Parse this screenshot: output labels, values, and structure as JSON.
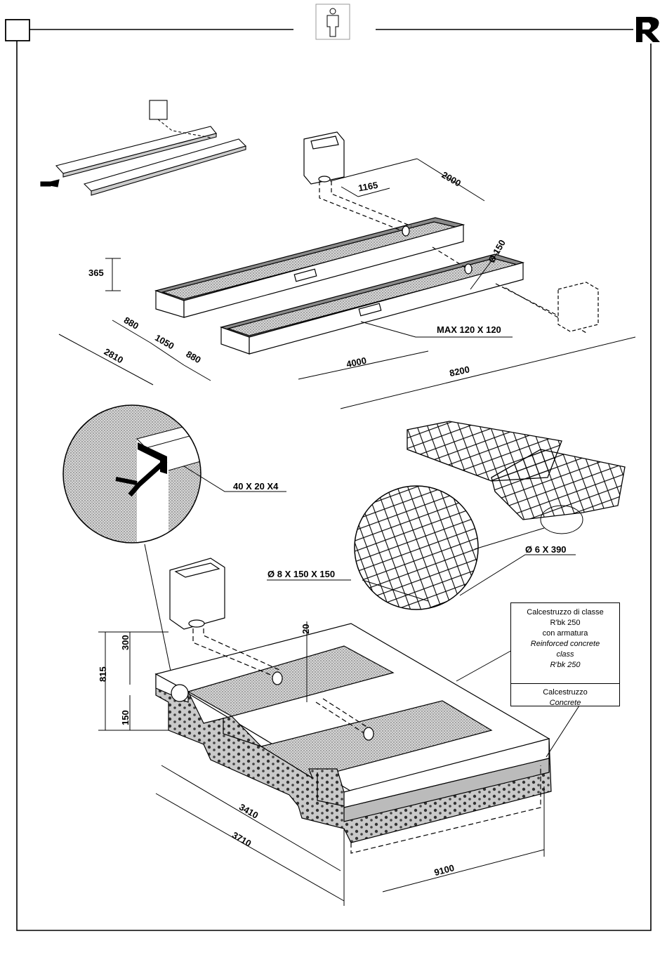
{
  "header": {
    "page_box_icon": "square-outline",
    "center_icon": "person-figure-icon",
    "brand_logo": "R"
  },
  "dimensions": {
    "d2000": "2000",
    "d1165": "1165",
    "d150": "Ø 150",
    "d365": "365",
    "d880a": "880",
    "d1050": "1050",
    "d880b": "880",
    "d2810": "2810",
    "d4000": "4000",
    "d8200": "8200",
    "max": "MAX 120 X 120",
    "angle": "40 X 20 X4",
    "bar6": "Ø 6 X 390",
    "bar8": "Ø 8 X 150 X 150",
    "d20": "20",
    "d300": "300",
    "d815": "815",
    "d150b": "150",
    "d3410": "3410",
    "d3710": "3710",
    "d9100": "9100"
  },
  "legend": {
    "line1": "Calcestruzzo di classe",
    "line2": "R'bk 250",
    "line3": "con armatura",
    "line4": "Reinforced concrete",
    "line5": "class",
    "line6": "R'bk 250",
    "line7": "Calcestruzzo",
    "line8": "Concrete"
  }
}
